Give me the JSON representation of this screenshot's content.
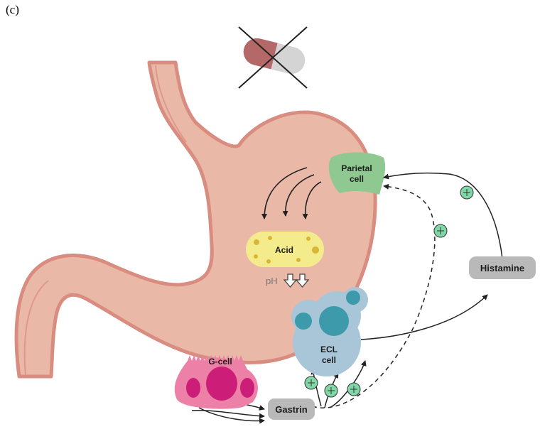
{
  "panel_label": "(c)",
  "labels": {
    "parietal_line1": "Parietal",
    "parietal_line2": "cell",
    "acid": "Acid",
    "ph": "pH",
    "histamine": "Histamine",
    "ecl_line1": "ECL",
    "ecl_line2": "cell",
    "g_cell": "G-cell",
    "gastrin": "Gastrin"
  },
  "colors": {
    "stomach_fill": "#eab8a6",
    "stomach_wall": "#d98c80",
    "parietal": "#8fc890",
    "acid": "#f4ec8c",
    "ecl": "#a8c6d8",
    "ecl_nucleus": "#3d9aaa",
    "g_cell": "#ec80a6",
    "g_nucleus": "#cc1e78",
    "label_box": "#b9b9b9",
    "plus_badge": "#7fd8a6"
  }
}
